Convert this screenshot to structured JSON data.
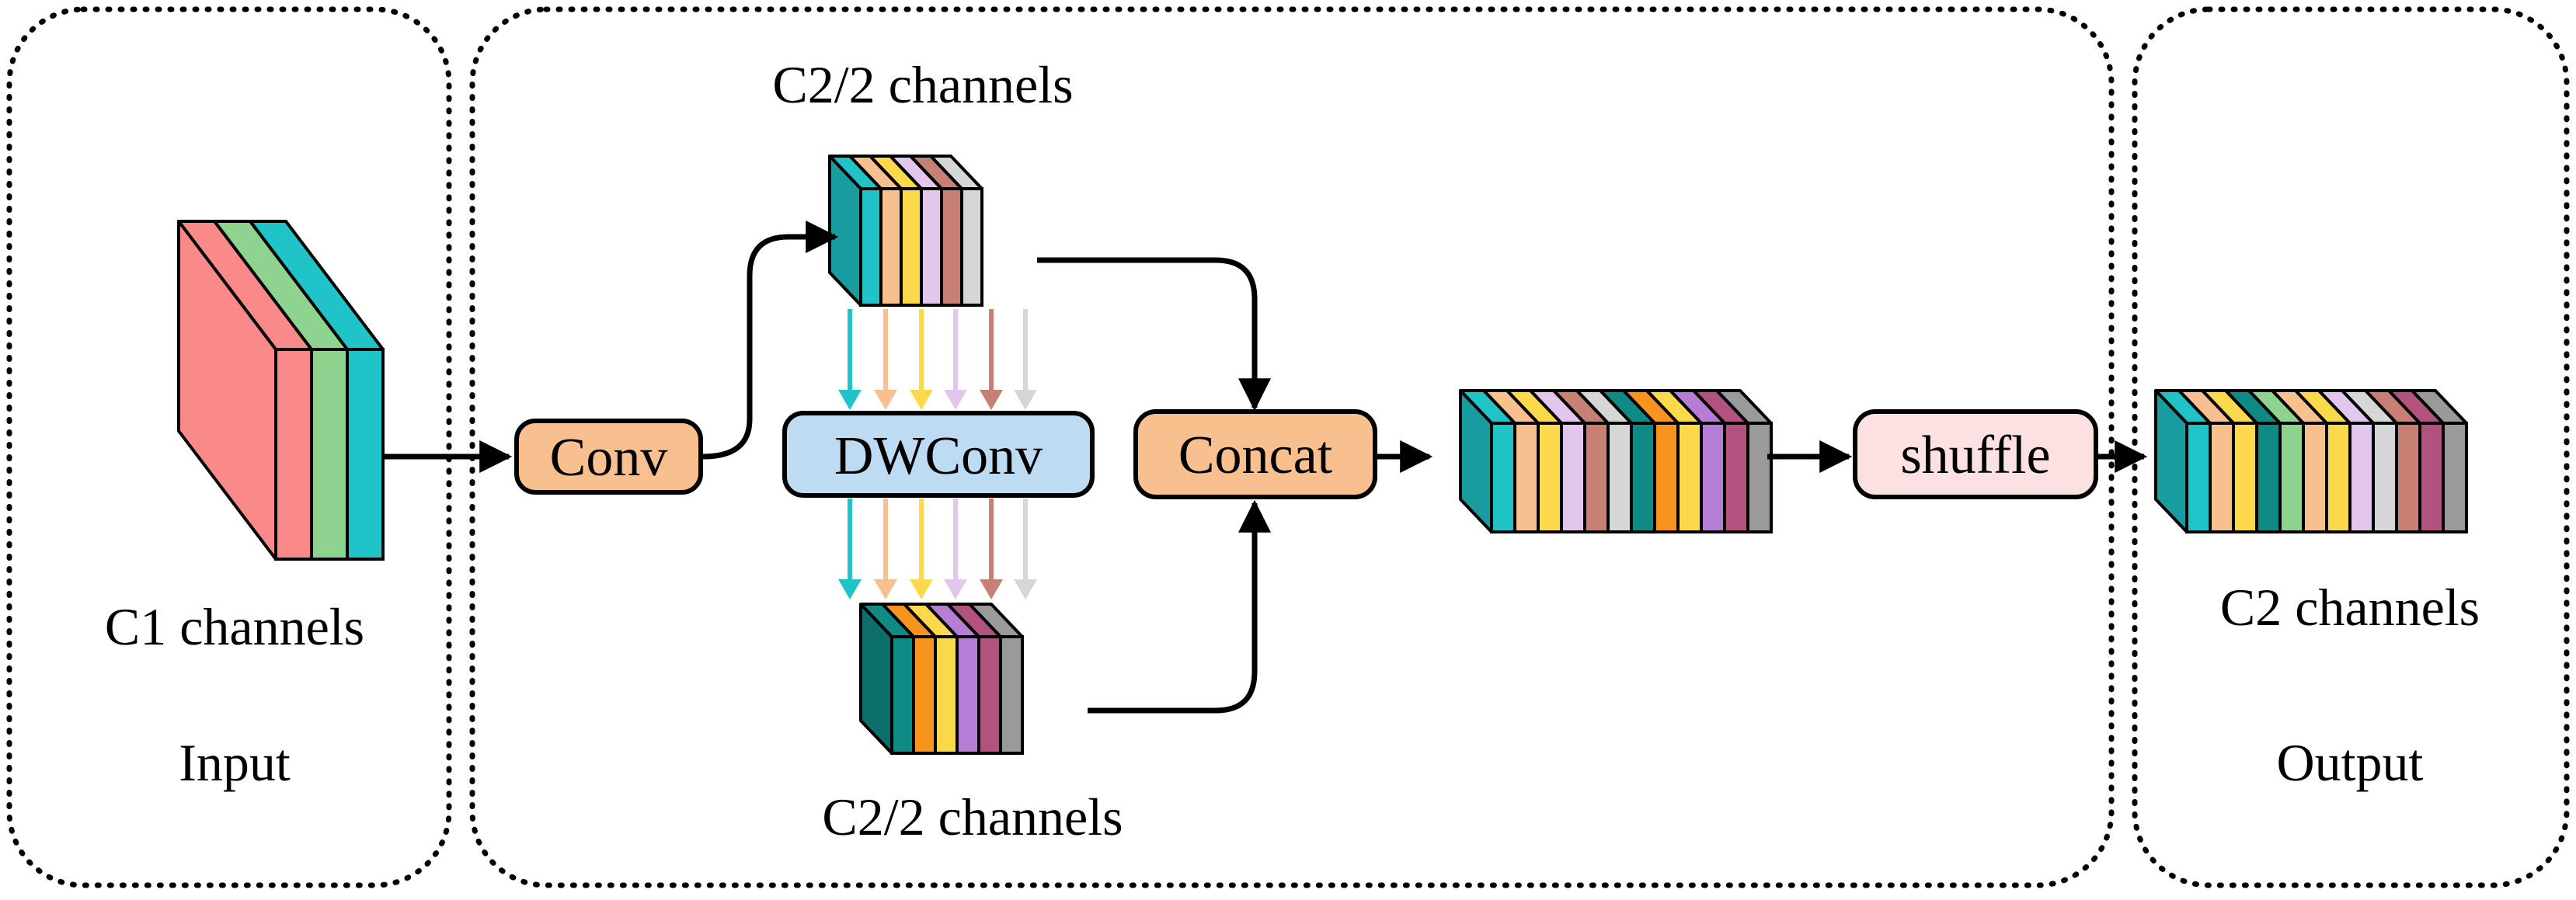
{
  "panels": {
    "input": {
      "caption": "C1 channels",
      "title": "Input"
    },
    "output": {
      "caption": "C2 channels",
      "title": "Output"
    }
  },
  "labels": {
    "top_branch": "C2/2 channels",
    "bottom_branch": "C2/2 channels"
  },
  "blocks": {
    "conv": "Conv",
    "dwconv": "DWConv",
    "concat": "Concat",
    "shuffle": "shuffle"
  },
  "colors": {
    "conv_fill": "#f9c08f",
    "dwconv_fill": "#bddcf4",
    "concat_fill": "#f9c08f",
    "shuffle_fill": "#fbe1e1",
    "teal": "#1fc3c8",
    "dark_teal": "#0f8a84",
    "orange_light": "#f9c08f",
    "orange": "#f7941d",
    "yellow": "#fbd94b",
    "lilac_light": "#e2c6eb",
    "lilac": "#b57dd3",
    "rose_light": "#c98074",
    "rose": "#b2527e",
    "gray_light": "#d6d6d6",
    "gray": "#9a9a9a",
    "salmon": "#f98a89",
    "green": "#8fd48e"
  },
  "input_slices": [
    "salmon",
    "green",
    "teal"
  ],
  "top_slices": [
    "teal",
    "orange_light",
    "yellow",
    "lilac_light",
    "rose_light",
    "gray_light"
  ],
  "bottom_slices": [
    "dark_teal",
    "orange",
    "yellow",
    "lilac",
    "rose",
    "gray"
  ],
  "concat_slices": [
    "teal",
    "orange_light",
    "yellow",
    "lilac_light",
    "rose_light",
    "gray_light",
    "dark_teal",
    "orange",
    "yellow",
    "lilac",
    "rose",
    "gray"
  ],
  "output_slices": [
    "teal",
    "orange_light",
    "yellow",
    "dark_teal",
    "green",
    "orange_light",
    "yellow",
    "lilac_light",
    "gray_light",
    "rose_light",
    "rose",
    "gray"
  ]
}
